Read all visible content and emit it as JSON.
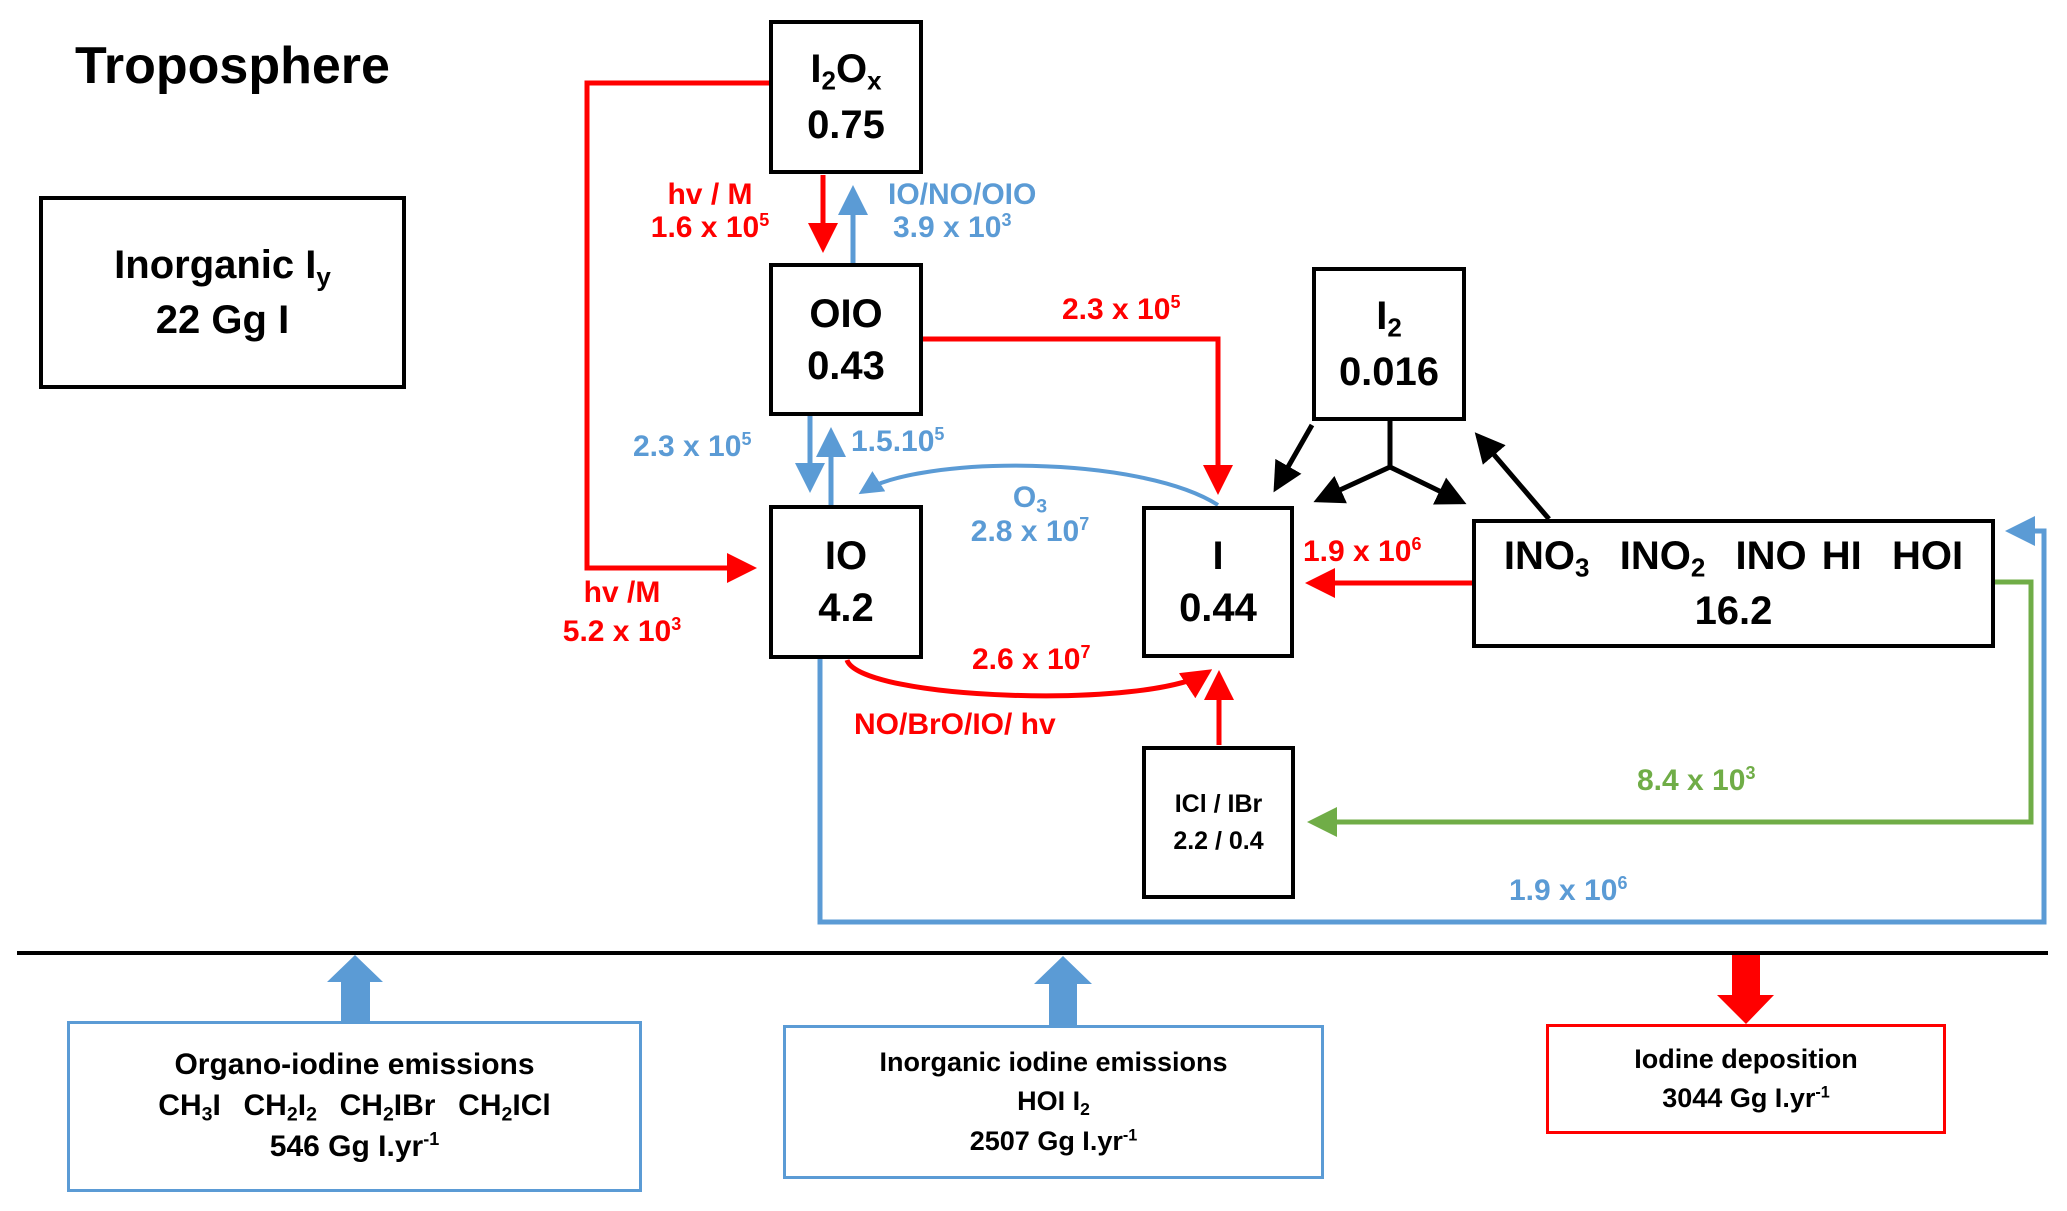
{
  "title": "Troposphere",
  "colors": {
    "red": "#ff0000",
    "blue": "#5b9bd5",
    "green": "#70ad47",
    "black": "#000000"
  },
  "reservoir": {
    "label_main": "Inorganic I",
    "label_sub": "y",
    "value": "22 Gg I"
  },
  "species": {
    "i2ox": {
      "main": "I",
      "sub1": "2",
      "main2": "O",
      "sub2": "x",
      "value": "0.75"
    },
    "oio": {
      "name": "OIO",
      "value": "0.43"
    },
    "io": {
      "name": "IO",
      "value": "4.2"
    },
    "i": {
      "name": "I",
      "value": "0.44"
    },
    "i2": {
      "main": "I",
      "sub": "2",
      "value": "0.016"
    },
    "reservoirs": {
      "parts": [
        {
          "main": "INO",
          "sub": "3"
        },
        {
          "main": "INO",
          "sub": "2"
        },
        {
          "main": "INO HI",
          "sub": ""
        },
        {
          "main": "HOI",
          "sub": ""
        }
      ],
      "value": "16.2"
    },
    "iclibr": {
      "name": "ICl / IBr",
      "value": "2.2 / 0.4"
    }
  },
  "fluxes": {
    "i2ox_to_oio": {
      "label": "hv / M",
      "mant": "1.6 x 10",
      "exp": "5"
    },
    "oio_to_i2ox": {
      "label": "IO/NO/OIO",
      "mant": "3.9 x 10",
      "exp": "3"
    },
    "oio_to_i": {
      "mant": "2.3 x 10",
      "exp": "5"
    },
    "oio_to_io": {
      "mant": "2.3 x 10",
      "exp": "5"
    },
    "io_to_oio": {
      "mant": "1.5.10",
      "exp": "5"
    },
    "i_to_io": {
      "label_main": "O",
      "label_sub": "3",
      "mant": "2.8 x 10",
      "exp": "7"
    },
    "i2ox_to_io": {
      "label": "hv /M",
      "mant": "5.2 x 10",
      "exp": "3"
    },
    "io_to_i": {
      "label": "NO/BrO/IO/ hv",
      "mant": "2.6 x 10",
      "exp": "7"
    },
    "reservoirs_to_i": {
      "mant": "1.9 x 10",
      "exp": "6"
    },
    "reservoirs_to_iclibr": {
      "mant": "8.4 x 10",
      "exp": "3"
    },
    "io_to_reservoirs": {
      "mant": "1.9 x 10",
      "exp": "6"
    }
  },
  "surface": {
    "organo": {
      "title": "Organo-iodine emissions",
      "species": [
        {
          "a": "CH",
          "s": "3",
          "b": "I"
        },
        {
          "a": "CH",
          "s": "2",
          "b": "I",
          "s2": "2"
        },
        {
          "a": "CH",
          "s": "2",
          "b": "IBr"
        },
        {
          "a": "CH",
          "s": "2",
          "b": "ICl"
        }
      ],
      "value": "546 Gg I.yr",
      "exp": "-1"
    },
    "inorganic": {
      "title": "Inorganic iodine emissions",
      "species_main": "HOI I",
      "species_sub": "2",
      "value": "2507 Gg I.yr",
      "exp": "-1"
    },
    "deposition": {
      "title": "Iodine deposition",
      "value": "3044 Gg I.yr",
      "exp": "-1"
    }
  }
}
